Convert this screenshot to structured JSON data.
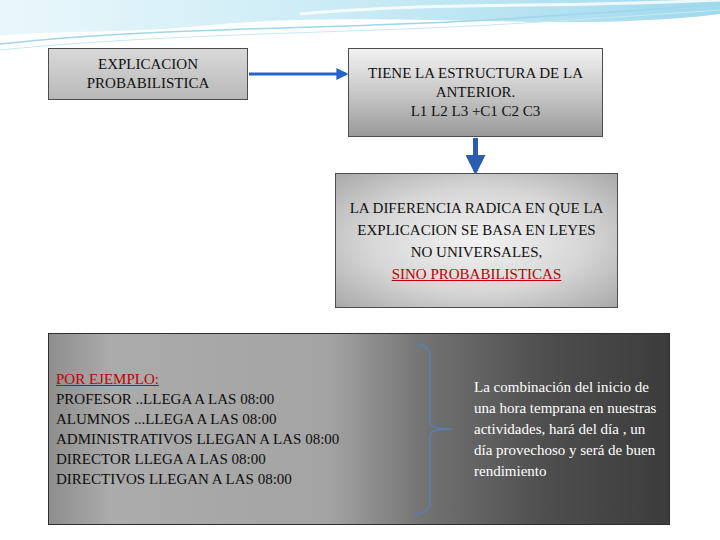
{
  "diagram": {
    "nodes": [
      {
        "text": [
          "EXPLICACION PROBABILISTICA"
        ]
      },
      {
        "text": [
          "TIENE LA ESTRUCTURA DE LA ANTERIOR.",
          "L1 L2 L3 +C1 C2 C3"
        ]
      },
      {
        "text": [
          "LA DIFERENCIA RADICA EN QUE LA EXPLICACION SE BASA EN LEYES NO UNIVERSALES,",
          "SINO PROBABILISTICAS"
        ]
      },
      {
        "text": [
          "POR EJEMPLO:",
          "PROFESOR ..LLEGA A LAS 08:00",
          "ALUMNOS ...LLEGA A LAS 08:00",
          "ADMINISTRATIVOS LLEGAN A LAS 08:00",
          "DIRECTOR LLEGA A LAS 08:00",
          "DIRECTIVOS LLEGAN A LAS 08:00",
          "La combinación del inicio de una hora temprana en nuestras actividades, hará del día , un día provechoso y será de buen rendimiento"
        ]
      }
    ],
    "edges": [
      {
        "from": 0,
        "to": 1,
        "arrow": "to"
      },
      {
        "from": 1,
        "to": 2,
        "arrow": "to"
      }
    ]
  }
}
